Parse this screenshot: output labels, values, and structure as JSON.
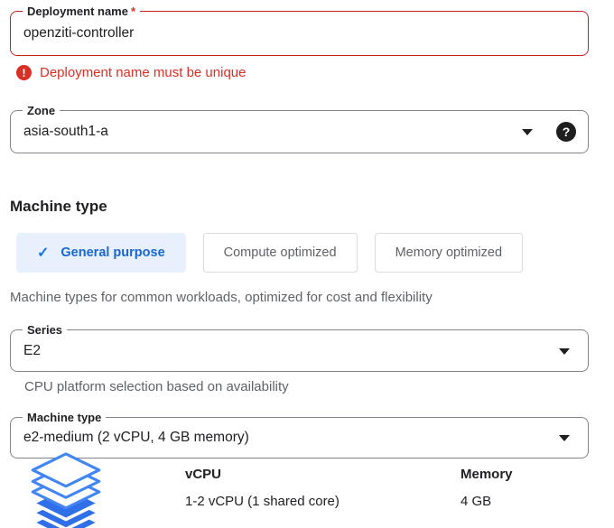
{
  "colors": {
    "accent_blue": "#1a73e8",
    "selected_tab_bg": "#e8f0fe",
    "selected_tab_text": "#1967d2",
    "error_red": "#d93025",
    "field_border_gray": "#80868b",
    "text_primary": "#202124",
    "text_secondary": "#5f6368"
  },
  "icons": {
    "error_icon": "!",
    "help_icon": "?",
    "check_icon": "✓",
    "stack_icon": "layers-stack"
  },
  "deployment_name": {
    "label": "Deployment name",
    "required_marker": "*",
    "value": "openziti-controller",
    "error_message": "Deployment name must be unique"
  },
  "zone": {
    "label": "Zone",
    "value": "asia-south1-a"
  },
  "machine_type_section": {
    "heading": "Machine type",
    "tabs": [
      {
        "label": "General purpose",
        "selected": true
      },
      {
        "label": "Compute optimized",
        "selected": false
      },
      {
        "label": "Memory optimized",
        "selected": false
      }
    ],
    "description": "Machine types for common workloads, optimized for cost and flexibility",
    "series": {
      "label": "Series",
      "value": "E2",
      "helper": "CPU platform selection based on availability"
    },
    "machine_type": {
      "label": "Machine type",
      "value": "e2-medium (2 vCPU, 4 GB memory)"
    },
    "specs": {
      "vcpu": {
        "header": "vCPU",
        "value": "1-2 vCPU (1 shared core)"
      },
      "memory": {
        "header": "Memory",
        "value": "4 GB"
      }
    }
  }
}
